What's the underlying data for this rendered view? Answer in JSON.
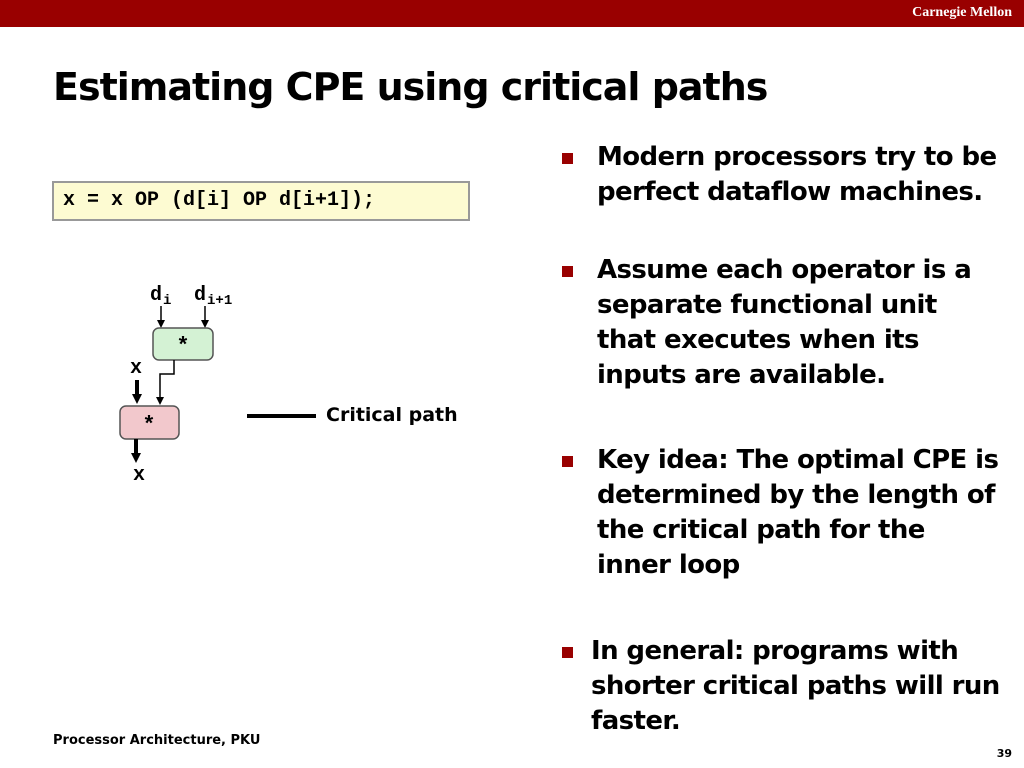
{
  "header": {
    "brand": "Carnegie Mellon",
    "bar_color": "#990000"
  },
  "slide": {
    "title": "Estimating CPE using critical paths"
  },
  "code": {
    "line": "x = x OP (d[i] OP d[i+1]);"
  },
  "diagram": {
    "input_a": {
      "base": "d",
      "sub": "i"
    },
    "input_b": {
      "base": "d",
      "sub": "i+1"
    },
    "op_top": "*",
    "op_bottom": "*",
    "var_in": "x",
    "var_out": "x",
    "legend_label": "Critical path",
    "colors": {
      "top_box": "#d4f2d4",
      "bottom_box": "#f2c8cc",
      "critical": "#000000"
    }
  },
  "bullets": [
    {
      "text": "Modern processors try to be perfect dataflow machines."
    },
    {
      "text": "Assume each operator is a separate functional unit that executes when its inputs are available."
    },
    {
      "text": "Key idea: The optimal CPE is determined by the length of the critical path for the inner loop"
    },
    {
      "text": "In general: programs with shorter critical paths will run faster."
    }
  ],
  "footer": {
    "course": "Processor Architecture, PKU",
    "page": "39"
  },
  "icons": {
    "bullet": "square-bullet-icon"
  }
}
